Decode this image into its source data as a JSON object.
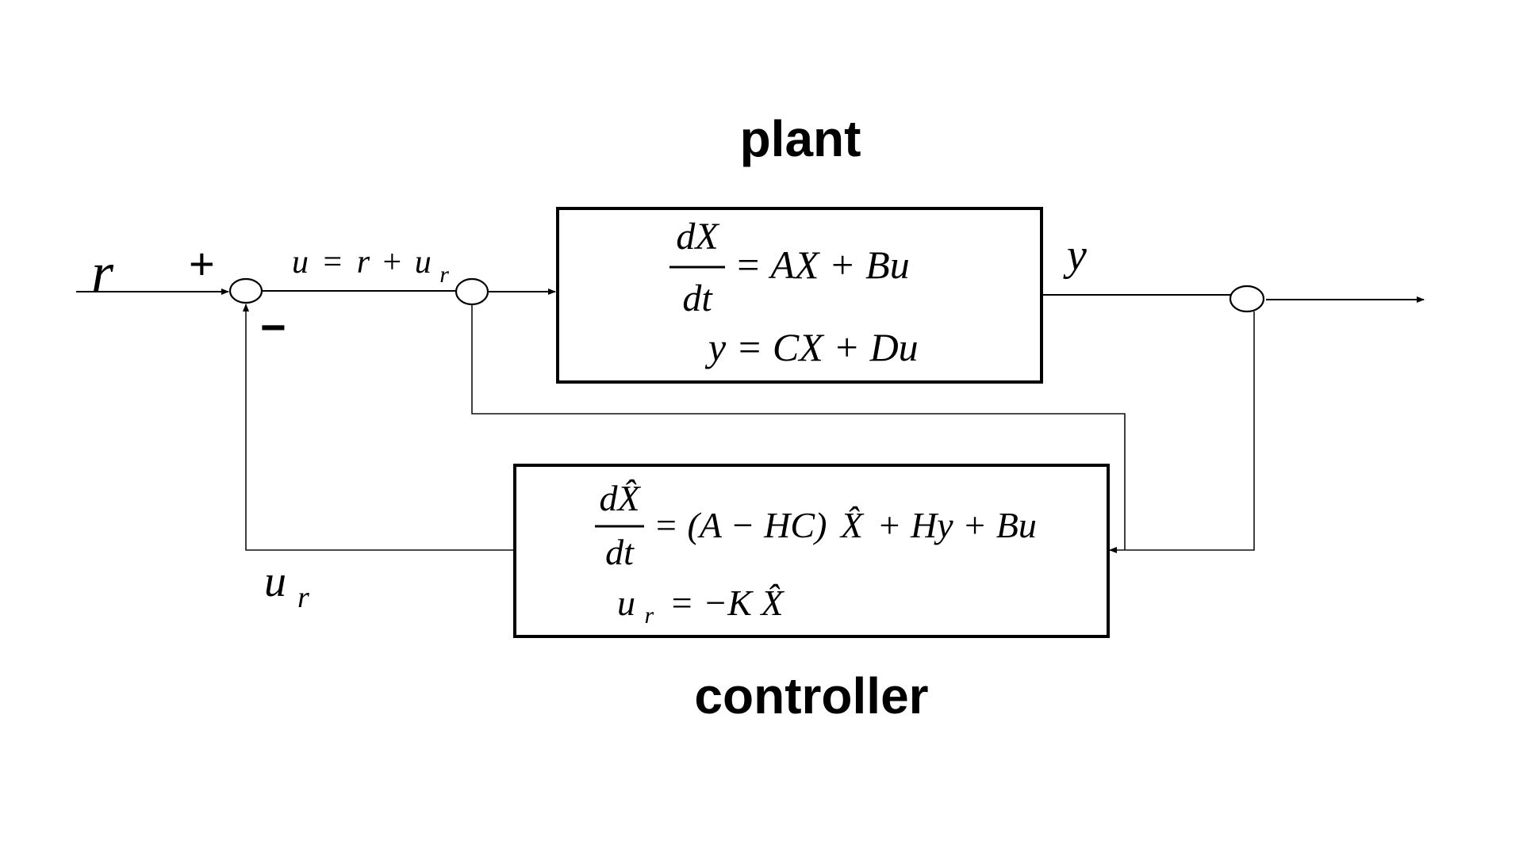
{
  "titles": {
    "plant": "plant",
    "controller": "controller"
  },
  "signals": {
    "reference": "r",
    "plus_sign": "+",
    "minus_sign": "−",
    "control_input_lhs": "u",
    "control_input_eq": "=",
    "control_input_r": "r",
    "control_input_plus": "+",
    "control_input_u": "u",
    "control_input_sub": "r",
    "output": "y",
    "feedback_u": "u",
    "feedback_sub": "r"
  },
  "plant": {
    "deriv_num": "dX",
    "deriv_den": "dt",
    "state_eq_rhs": "= AX + Bu",
    "output_eq": "y = CX + Du"
  },
  "controller": {
    "deriv_num_d": "d",
    "deriv_num_x": "X̂",
    "deriv_den": "dt",
    "observer_eq_rhs_1": "= (A − HC)",
    "observer_eq_rhs_xhat": "X̂",
    "observer_eq_rhs_2": "+ Hy + Bu",
    "law_u": "u",
    "law_sub": "r",
    "law_rhs": "= −K",
    "law_xhat": "X̂"
  },
  "icons": {
    "summing_junction": "circle",
    "arrowhead": "triangle"
  }
}
